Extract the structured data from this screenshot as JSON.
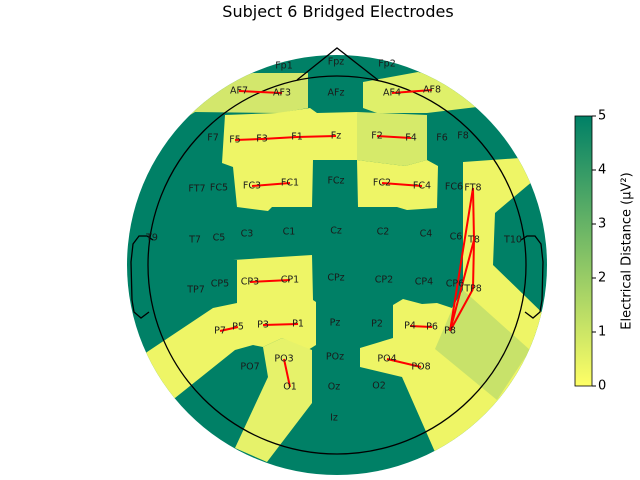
{
  "chart_data": {
    "type": "topomap",
    "title": "Subject 6 Bridged Electrodes",
    "colorbar": {
      "label": "Electrical Distance (μV²)",
      "range": [
        0,
        5
      ],
      "ticks": [
        "0",
        "1",
        "2",
        "3",
        "4",
        "5"
      ],
      "colormap": "summer_r",
      "color_low": "#ffff66",
      "color_high": "#008066"
    },
    "electrodes": [
      "Fp1",
      "Fpz",
      "Fp2",
      "AF7",
      "AF3",
      "AFz",
      "AF4",
      "AF8",
      "F7",
      "F5",
      "F3",
      "F1",
      "Fz",
      "F2",
      "F4",
      "F6",
      "F8",
      "FT7",
      "FC5",
      "FC3",
      "FC1",
      "FCz",
      "FC2",
      "FC4",
      "FC6",
      "FT8",
      "T9",
      "T7",
      "C5",
      "C3",
      "C1",
      "Cz",
      "C2",
      "C4",
      "C6",
      "T8",
      "T10",
      "TP7",
      "CP5",
      "CP3",
      "CP1",
      "CPz",
      "CP2",
      "CP4",
      "CP6",
      "TP8",
      "P7",
      "P5",
      "P3",
      "P1",
      "Pz",
      "P2",
      "P4",
      "P6",
      "P8",
      "PO7",
      "PO3",
      "POz",
      "PO4",
      "PO8",
      "O1",
      "Oz",
      "O2",
      "Iz"
    ],
    "bridged_pairs": [
      [
        "AF7",
        "AF3"
      ],
      [
        "AF4",
        "AF8"
      ],
      [
        "F5",
        "F3"
      ],
      [
        "F3",
        "F1"
      ],
      [
        "F1",
        "Fz"
      ],
      [
        "F2",
        "F4"
      ],
      [
        "FC3",
        "FC1"
      ],
      [
        "FC2",
        "FC4"
      ],
      [
        "FT8",
        "P8"
      ],
      [
        "FT8",
        "T8"
      ],
      [
        "T8",
        "P8"
      ],
      [
        "T8",
        "TP8"
      ],
      [
        "TP8",
        "P8"
      ],
      [
        "CP3",
        "CP1"
      ],
      [
        "P7",
        "P5"
      ],
      [
        "P3",
        "P1"
      ],
      [
        "P4",
        "P6"
      ],
      [
        "PO3",
        "O1"
      ],
      [
        "PO4",
        "PO8"
      ]
    ],
    "bridge_color": "#ff0000"
  }
}
